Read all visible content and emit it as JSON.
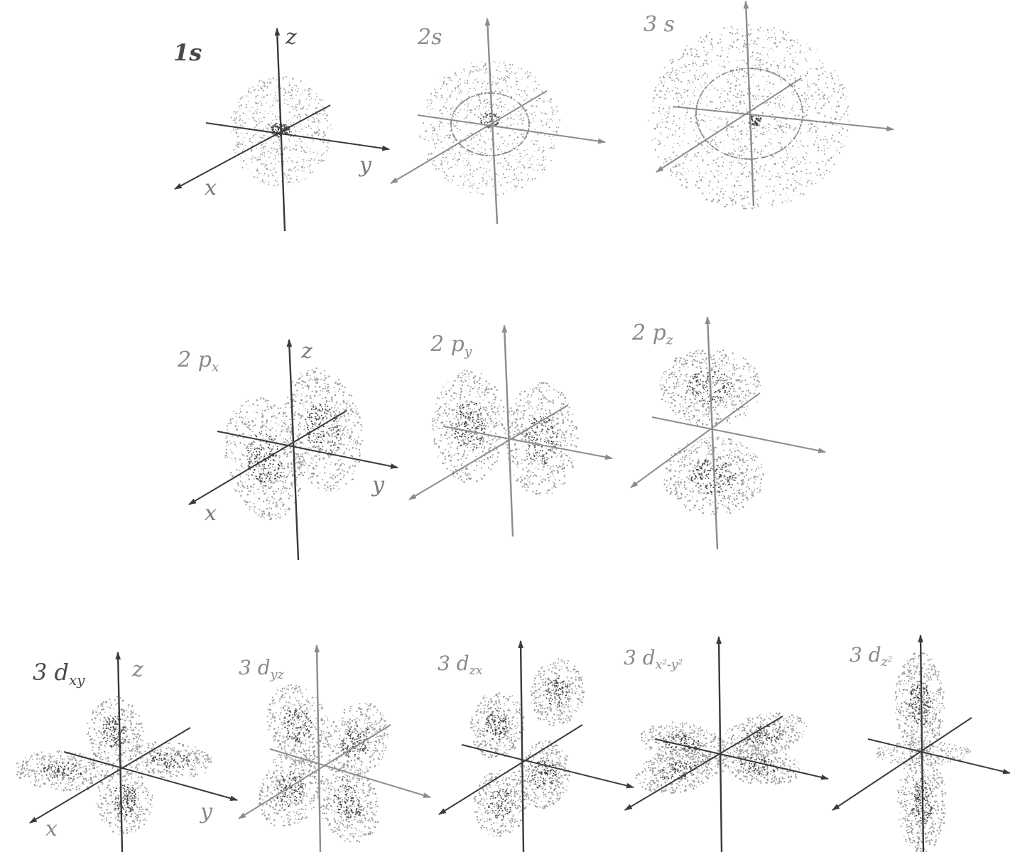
{
  "orbitals": [
    {
      "id": "1s",
      "label_main": "1s",
      "sub": "",
      "sup_a": "",
      "sub_b": "",
      "sup_b": "",
      "axis_labels": {
        "z": "z",
        "x": "x",
        "y": "y"
      }
    },
    {
      "id": "2s",
      "label_main": "2s",
      "sub": "",
      "axis_labels": {}
    },
    {
      "id": "3s",
      "label_main": "3 s",
      "sub": "",
      "axis_labels": {}
    },
    {
      "id": "2px",
      "label_main": "2 p",
      "sub": "x",
      "axis_labels": {
        "z": "z",
        "x": "x",
        "y": "y"
      }
    },
    {
      "id": "2py",
      "label_main": "2 p",
      "sub": "y",
      "axis_labels": {}
    },
    {
      "id": "2pz",
      "label_main": "2 p",
      "sub": "z",
      "axis_labels": {}
    },
    {
      "id": "3dxy",
      "label_main": "3 d",
      "sub": "xy",
      "axis_labels": {
        "z": "z",
        "x": "x",
        "y": "y"
      }
    },
    {
      "id": "3dyz",
      "label_main": "3 d",
      "sub": "yz",
      "axis_labels": {}
    },
    {
      "id": "3dzx",
      "label_main": "3 d",
      "sub": "zx",
      "axis_labels": {}
    },
    {
      "id": "3dx2y2",
      "label_main": "3 d",
      "sub_parts": [
        "x",
        "2",
        "-y",
        "2"
      ],
      "axis_labels": {}
    },
    {
      "id": "3dz2",
      "label_main": "3 d",
      "sub_parts": [
        "z",
        "2"
      ],
      "axis_labels": {}
    }
  ],
  "colors": {
    "axis_dark": "#3a3a3a",
    "axis_light": "#8c8c8c",
    "dots": "#9a9a9a",
    "dots_dense": "#444444",
    "label_dark": "#4a4a4a",
    "label_light": "#8a8a8a"
  }
}
